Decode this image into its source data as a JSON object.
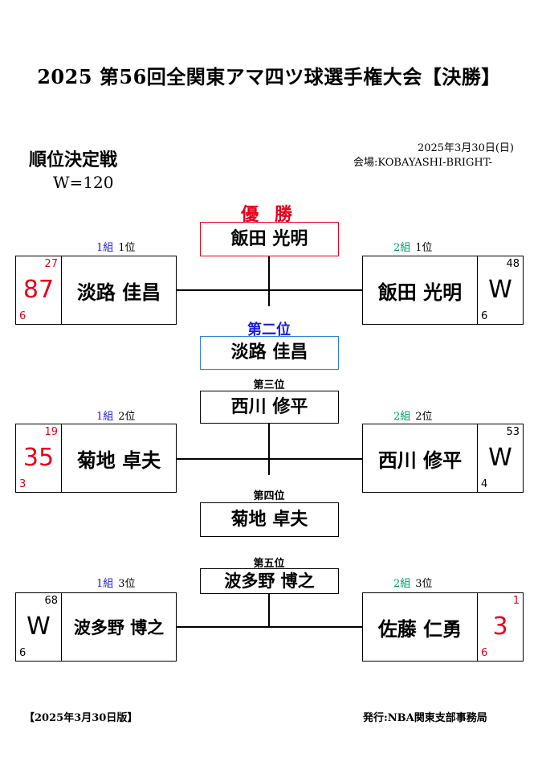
{
  "title": "2025 第56回全関東アマ四ツ球選手権大会【決勝】",
  "section": "順位決定戦",
  "weight": "W=120",
  "date": "2025年3月30日(日)",
  "venue": "会場:KOBAYASHI-BRIGHT-",
  "colors": {
    "red": "#e8001c",
    "blue": "#1a1ae6",
    "green": "#009966",
    "champion_border": "#e8001c",
    "second_border": "#2a7fd4"
  },
  "places": {
    "champion": {
      "label": "優 勝",
      "name": "飯田 光明"
    },
    "second": {
      "label": "第二位",
      "name": "淡路 佳昌"
    },
    "third": {
      "label": "第三位",
      "name": "西川 修平"
    },
    "fourth": {
      "label": "第四位",
      "name": "菊地 卓夫"
    },
    "fifth": {
      "label": "第五位",
      "name": "波多野 博之"
    }
  },
  "matches": [
    {
      "left": {
        "group": "1組",
        "rank": "1位",
        "name": "淡路 佳昌",
        "score": "87",
        "top": "27",
        "bottom": "6"
      },
      "right": {
        "group": "2組",
        "rank": "1位",
        "name": "飯田 光明",
        "score": "W",
        "top": "48",
        "bottom": "6"
      }
    },
    {
      "left": {
        "group": "1組",
        "rank": "2位",
        "name": "菊地 卓夫",
        "score": "35",
        "top": "19",
        "bottom": "3"
      },
      "right": {
        "group": "2組",
        "rank": "2位",
        "name": "西川 修平",
        "score": "W",
        "top": "53",
        "bottom": "4"
      }
    },
    {
      "left": {
        "group": "1組",
        "rank": "3位",
        "name": "波多野 博之",
        "score": "W",
        "top": "68",
        "bottom": "6"
      },
      "right": {
        "group": "2組",
        "rank": "3位",
        "name": "佐藤 仁勇",
        "score": "3",
        "top": "1",
        "bottom": "6"
      }
    }
  ],
  "footer": {
    "edition": "【2025年3月30日版】",
    "publisher": "発行:NBA関東支部事務局"
  }
}
